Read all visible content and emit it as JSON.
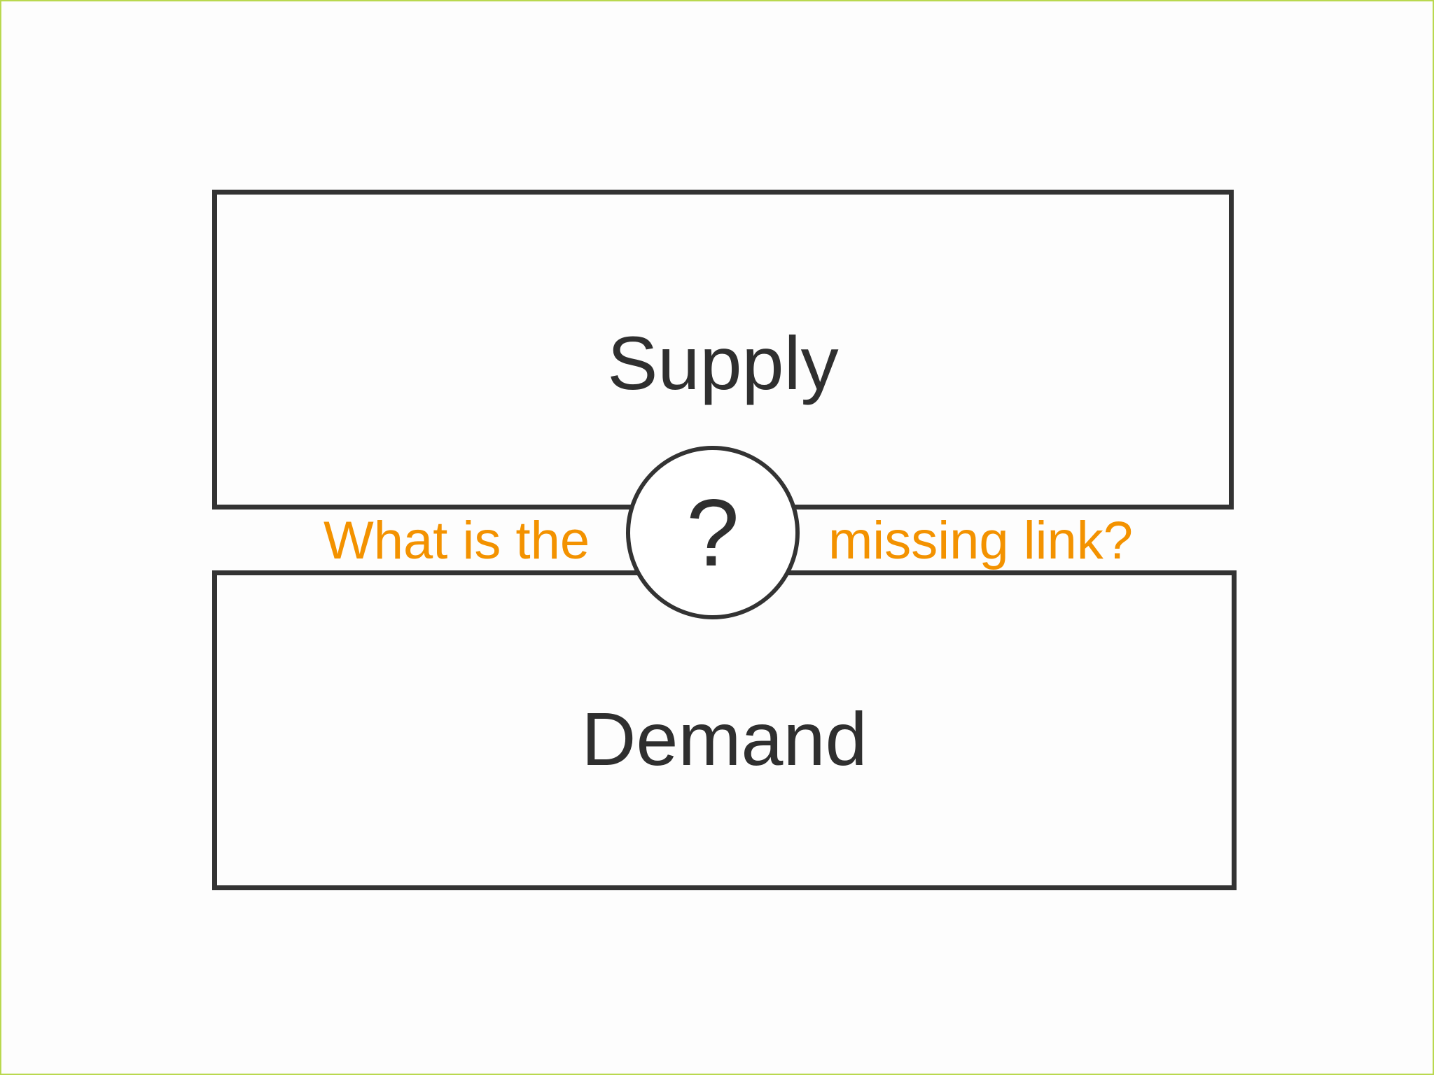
{
  "diagram": {
    "top_box": {
      "label": "Supply"
    },
    "bottom_box": {
      "label": "Demand"
    },
    "link_circle": {
      "symbol": "?"
    },
    "question": {
      "left": "What is the",
      "right": "missing link?"
    },
    "colors": {
      "outline": "#333333",
      "text": "#2f2f2f",
      "accent": "#f39200",
      "page_border": "#b9d84f"
    }
  }
}
